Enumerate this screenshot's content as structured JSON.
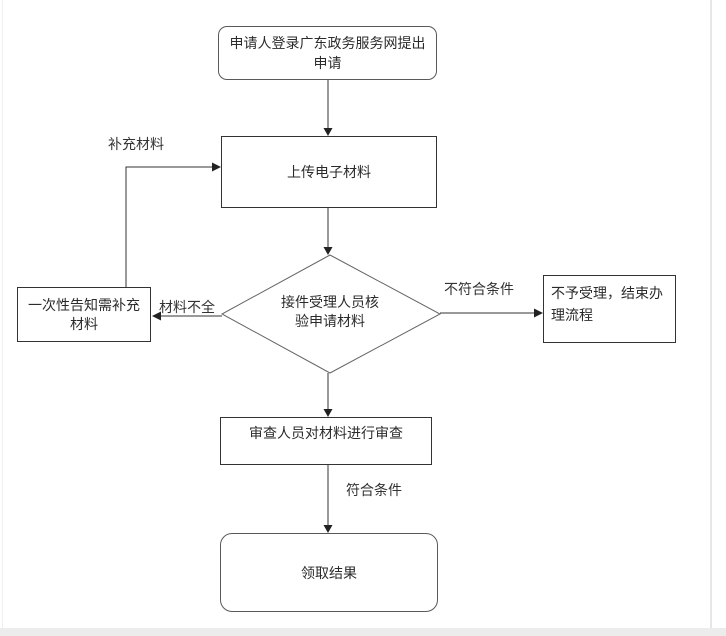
{
  "flowchart": {
    "nodes": [
      {
        "id": "start",
        "type": "rounded-terminal",
        "label": "申请人登录广东政务服务网提出申请"
      },
      {
        "id": "upload",
        "type": "process",
        "label": "上传电子材料"
      },
      {
        "id": "verify",
        "type": "decision",
        "label": "接件受理人员核验申请材料"
      },
      {
        "id": "notify",
        "type": "process",
        "label": "一次性告知需补充材料"
      },
      {
        "id": "reject",
        "type": "process",
        "label": "不予受理，结束办理流程"
      },
      {
        "id": "review",
        "type": "process",
        "label": "审查人员对材料进行审查"
      },
      {
        "id": "result",
        "type": "rounded-terminal",
        "label": "领取结果"
      }
    ],
    "edge_labels": {
      "supplement": "补充材料",
      "incomplete": "材料不全",
      "not_qualified": "不符合条件",
      "qualified": "符合条件"
    },
    "colors": {
      "connector_line": "#333333",
      "process_border": "#333333",
      "terminal_border": "#595959",
      "decision_border": "#666666",
      "node_fill": "#ffffff",
      "page_edge": "#e6e6e6",
      "bottom_bar": "#ececec"
    }
  }
}
